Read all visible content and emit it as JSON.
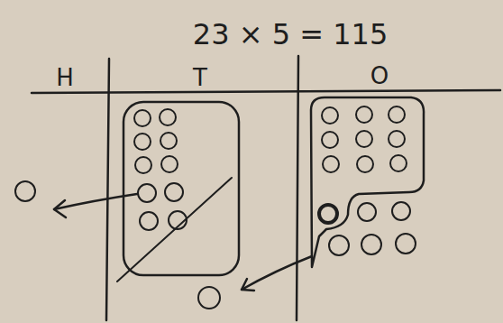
{
  "diagram": {
    "title": "23 × 5 = 115",
    "labels": [
      "H",
      "T",
      "O"
    ]
  }
}
